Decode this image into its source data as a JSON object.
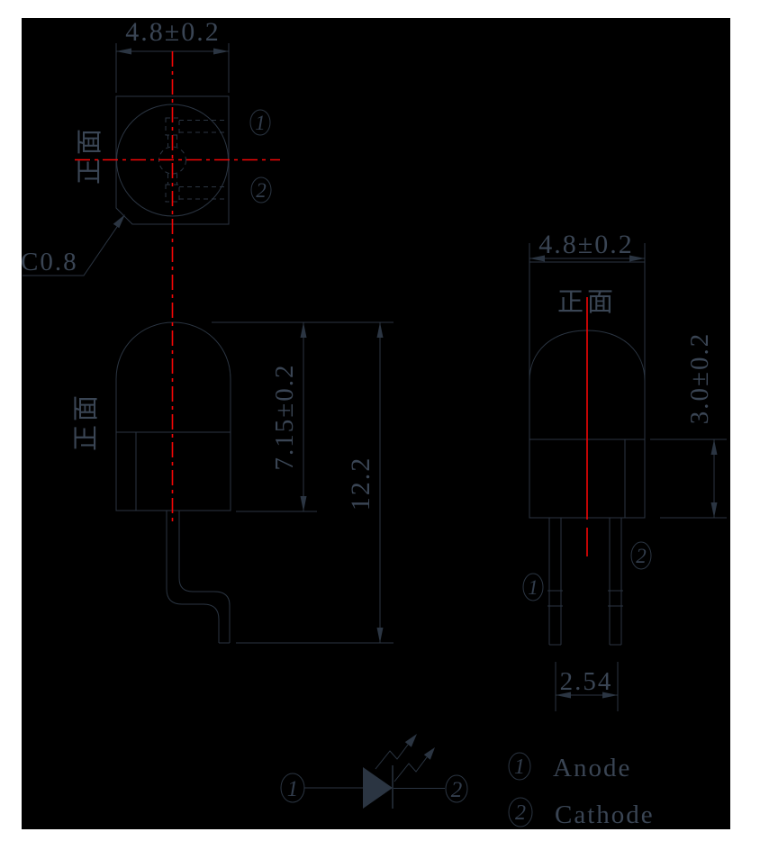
{
  "colors": {
    "page_background": "#ffffff",
    "canvas_background": "#000000",
    "line": "#2b3542",
    "text": "#3a4554",
    "centerline_red": "#f40505"
  },
  "labels": {
    "front_face_top": "正面",
    "front_face_side": "正面",
    "front_face_front": "正面",
    "chamfer": "C0.8"
  },
  "dimensions": {
    "top_width": "4.8±0.2",
    "front_width": "4.8±0.2",
    "body_height": "7.15±0.2",
    "total_height": "12.2",
    "base_height": "3.0±0.2",
    "lead_pitch": "2.54"
  },
  "pins": {
    "one": "1",
    "two": "2"
  },
  "legend": {
    "items": [
      {
        "num": "1",
        "label": "Anode"
      },
      {
        "num": "2",
        "label": "Cathode"
      }
    ]
  }
}
